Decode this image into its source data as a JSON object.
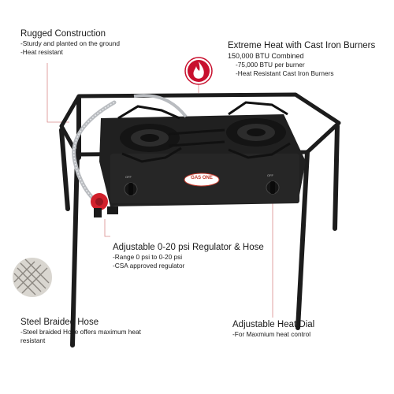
{
  "callouts": {
    "rugged": {
      "title": "Rugged Construction",
      "lines": [
        "-Sturdy and planted on the ground",
        "-Heat resistant"
      ]
    },
    "extreme": {
      "title": "Extreme Heat with Cast Iron Burners",
      "subtitle": "150,000 BTU Combined",
      "lines": [
        "-75,000 BTU per burner",
        "-Heat Resistant Cast Iron Burners"
      ]
    },
    "regulator": {
      "title": "Adjustable 0-20 psi Regulator & Hose",
      "lines": [
        "-Range 0 psi to 0-20 psi",
        "-CSA approved regulator"
      ]
    },
    "hose": {
      "title": "Steel Braided Hose",
      "lines": [
        "-Steel braided Hose offers maximum heat",
        "resistant"
      ]
    },
    "dial": {
      "title": "Adjustable Heat Dial",
      "lines": [
        "-For Maxmium heat control"
      ]
    }
  },
  "brand": {
    "logo": "GAS ONE",
    "knob_label": "OFF"
  },
  "icons": [
    "flame-icon",
    "braided-hose-detail"
  ],
  "colors": {
    "accent": "#c8102e",
    "leader": "#d98a8a",
    "frame": "#1c1c1c",
    "text": "#1a1a1a"
  }
}
